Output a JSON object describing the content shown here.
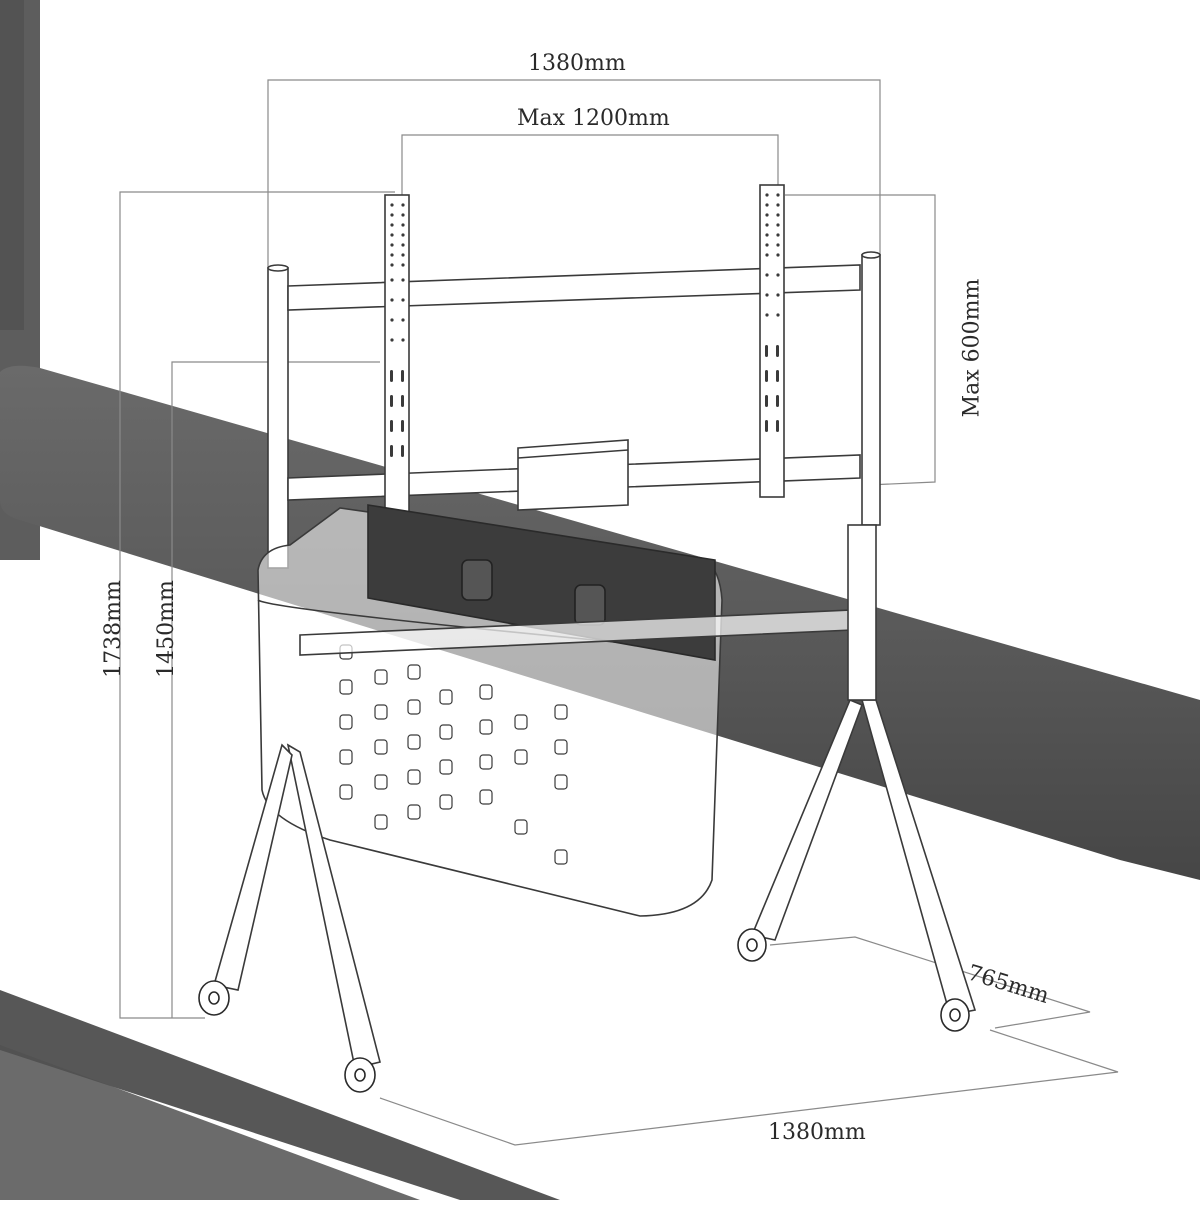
{
  "dimensions": {
    "overall_width_top": "1380mm",
    "max_vesa_width": "Max 1200mm",
    "max_vesa_height": "Max 600mm",
    "overall_height": "1738mm",
    "max_mount_height": "1450mm",
    "base_depth": "765mm",
    "base_width": "1380mm"
  },
  "colors": {
    "line": "#3a3a3a",
    "dimension_line": "#8a8a8a",
    "bar": "#5b5b5b",
    "bar_shadow": "#4a4a4a",
    "plate": "#3c3c3c"
  }
}
